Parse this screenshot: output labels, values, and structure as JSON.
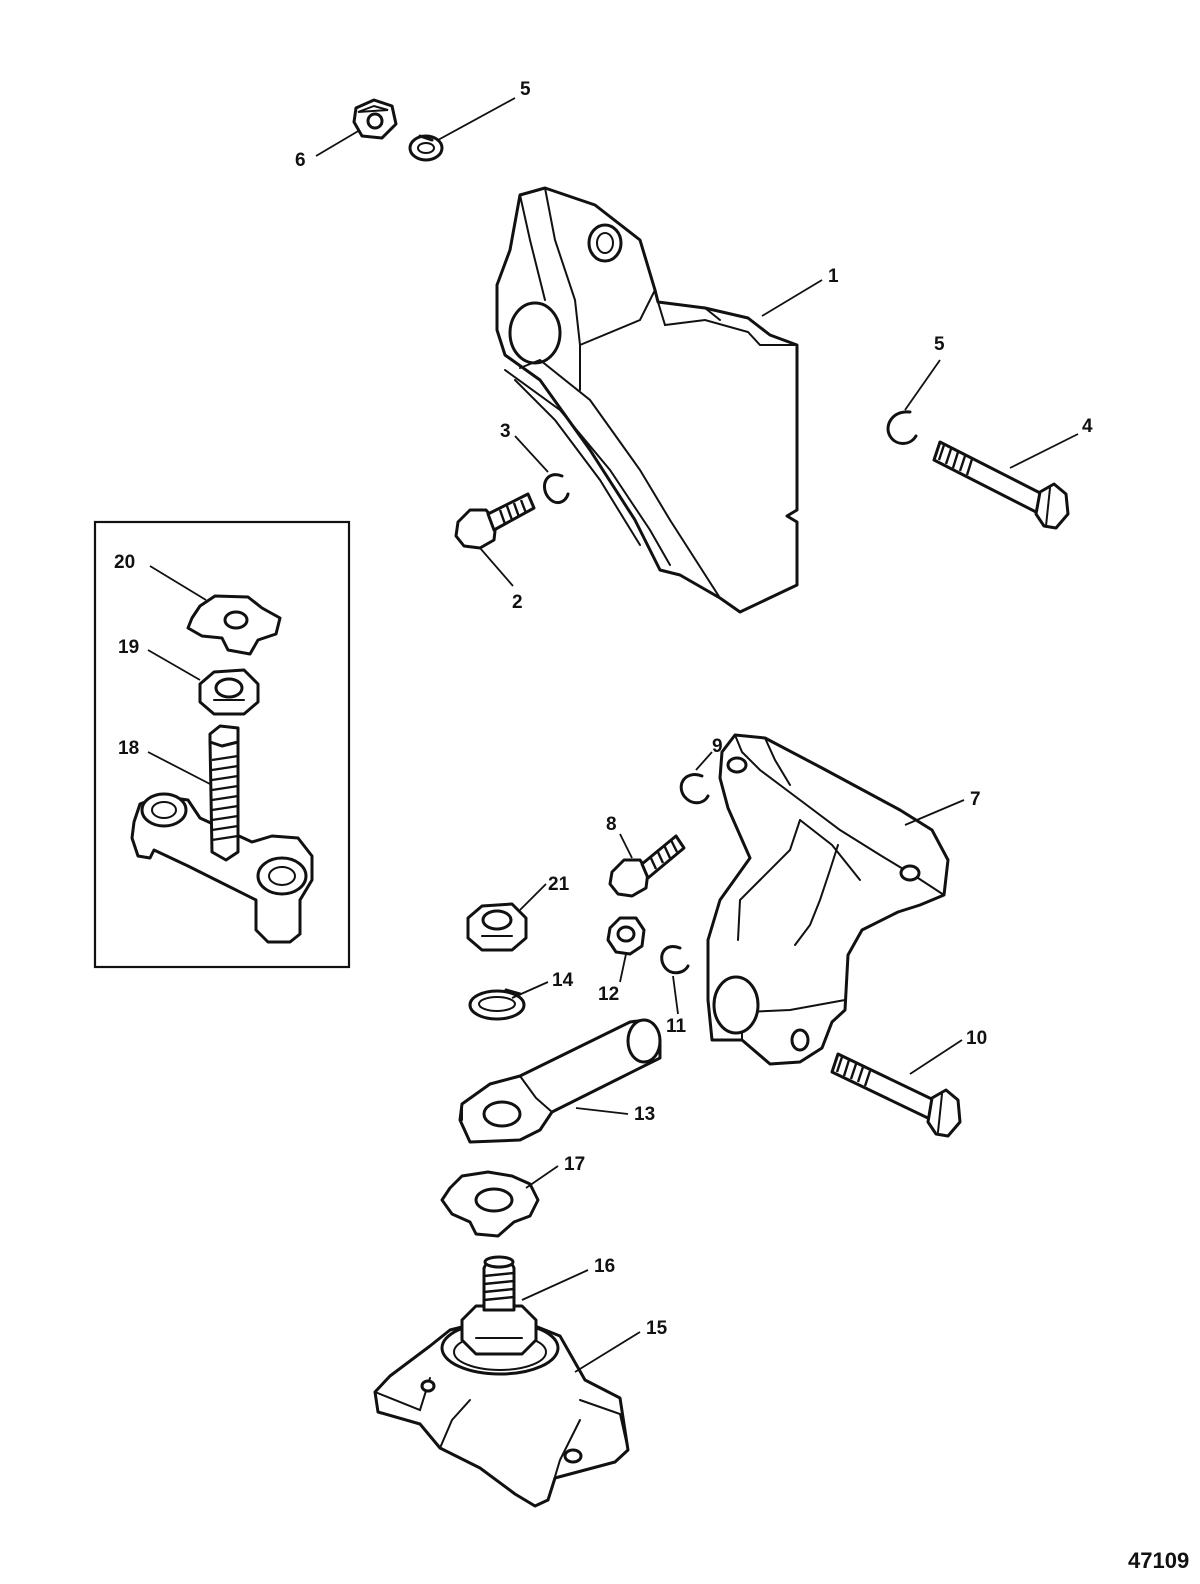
{
  "figure_id": "47109",
  "callouts": [
    "1",
    "2",
    "3",
    "4",
    "5",
    "5",
    "6",
    "7",
    "8",
    "9",
    "10",
    "11",
    "12",
    "13",
    "14",
    "15",
    "16",
    "17",
    "18",
    "19",
    "20",
    "21"
  ]
}
